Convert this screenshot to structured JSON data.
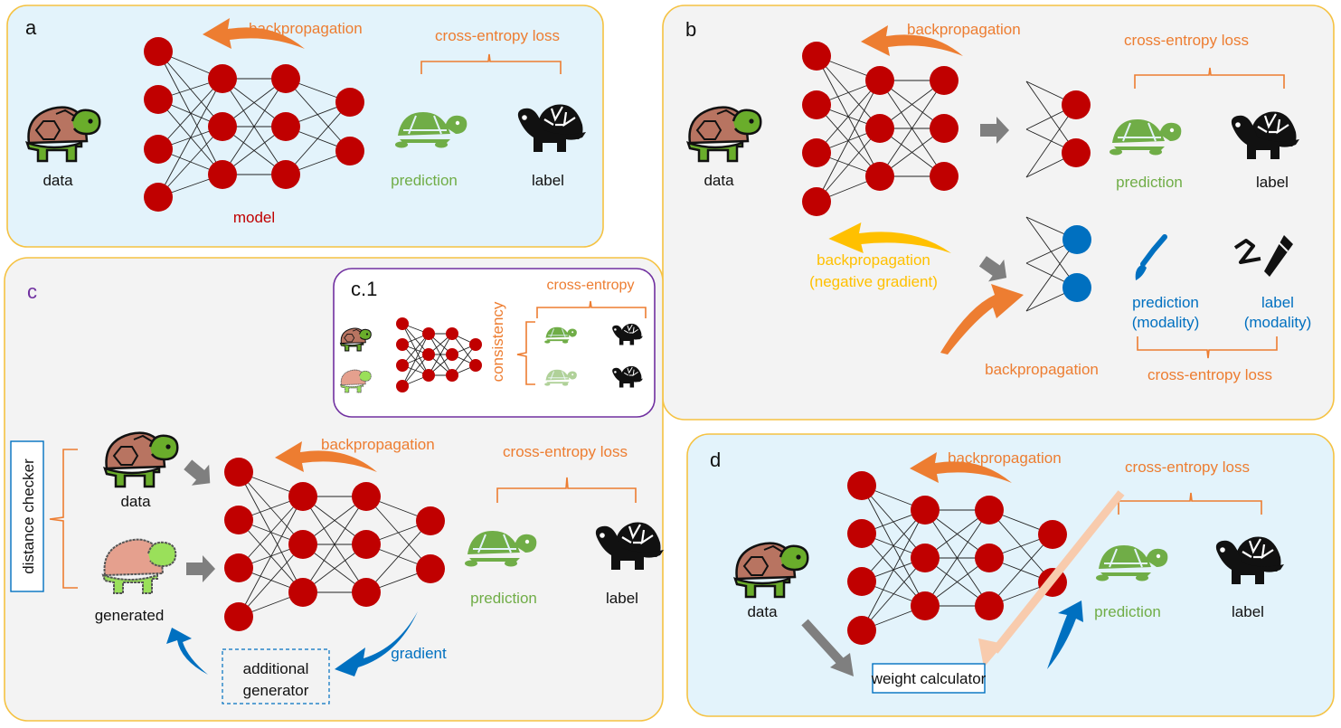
{
  "colors": {
    "panel_border": "#f5c242",
    "panel_fill_blue": "#e3f3fb",
    "panel_fill_gray": "#f3f3f3",
    "subpanel_border": "#7030a0",
    "node_red": "#c00000",
    "node_blue": "#0070c0",
    "orange": "#ed7d31",
    "yellow": "#ffc000",
    "green": "#70ad47",
    "blue": "#0070c0",
    "gray_arrow": "#7f7f7f",
    "peach_arrow": "#f8cbad"
  },
  "panels": {
    "a": {
      "label": "a",
      "data_label": "data",
      "model_label": "model",
      "backprop_label": "backpropagation",
      "loss_label": "cross-entropy loss",
      "prediction_label": "prediction",
      "label_label": "label"
    },
    "b": {
      "label": "b",
      "data_label": "data",
      "backprop_label": "backpropagation",
      "loss_label": "cross-entropy loss",
      "prediction_label": "prediction",
      "label_label": "label",
      "neg_backprop_line1": "backpropagation",
      "neg_backprop_line2": "(negative gradient)",
      "modality_prediction_line1": "prediction",
      "modality_prediction_line2": "(modality)",
      "modality_label_line1": "label",
      "modality_label_line2": "(modality)",
      "modality_backprop_label": "backpropagation",
      "modality_loss_label": "cross-entropy loss"
    },
    "c": {
      "label": "c",
      "distance_checker_label": "distance checker",
      "data_label": "data",
      "generated_label": "generated",
      "backprop_label": "backpropagation",
      "loss_label": "cross-entropy loss",
      "prediction_label": "prediction",
      "label_label": "label",
      "gradient_label": "gradient",
      "generator_line1": "additional",
      "generator_line2": "generator"
    },
    "c1": {
      "label": "c.1",
      "loss_label": "cross-entropy",
      "consistency_label": "consistency"
    },
    "d": {
      "label": "d",
      "data_label": "data",
      "backprop_label": "backpropagation",
      "loss_label": "cross-entropy loss",
      "prediction_label": "prediction",
      "label_label": "label",
      "weight_calculator_label": "weight calculator"
    }
  },
  "icons": {
    "data_turtle": "turtle-emoji-icon",
    "generated_turtle": "sketched-turtle-icon",
    "prediction_turtle": "green-turtle-silhouette-icon",
    "label_turtle": "black-turtle-silhouette-icon",
    "modality_prediction": "paintbrush-icon",
    "modality_label": "signature-pen-icon"
  }
}
